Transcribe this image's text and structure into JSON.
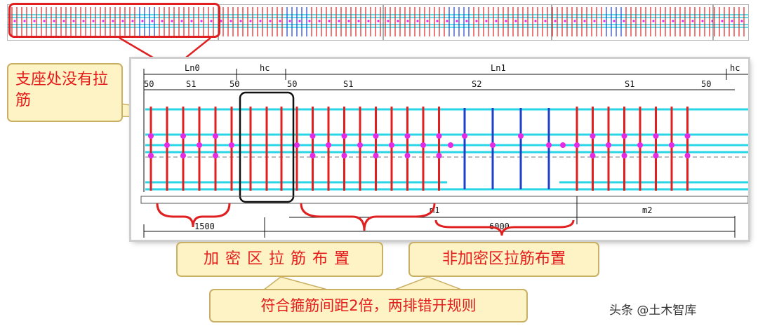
{
  "colors": {
    "red_stirrup": "#e02020",
    "blue_stirrup": "#1f3fc8",
    "cyan_bar": "#29d6e6",
    "tie_dot": "#e52ae5",
    "callout_fill": "#fdf3c4",
    "callout_text": "#e51c1c"
  },
  "diagram": {
    "labels": {
      "ln0": "Ln0",
      "hc_left": "hc",
      "ln1": "Ln1",
      "hc_right": "hc",
      "d50_1": "50",
      "d50_2": "50",
      "d50_3": "50",
      "d50_4": "50",
      "s1_left": "S1",
      "s1_mid": "S1",
      "s2": "S2",
      "s1_right": "S1",
      "m1": "m1",
      "m2": "m2",
      "dim_1500": "1500",
      "dim_6000": "6000"
    }
  },
  "callouts": {
    "support_note": "支座处没有拉筋",
    "dense_zone": "加密区拉筋布置",
    "non_dense_zone": "非加密区拉筋布置",
    "rule": "符合箍筋间距2倍，两排错开规则"
  },
  "watermark": "头条 @土木智库"
}
